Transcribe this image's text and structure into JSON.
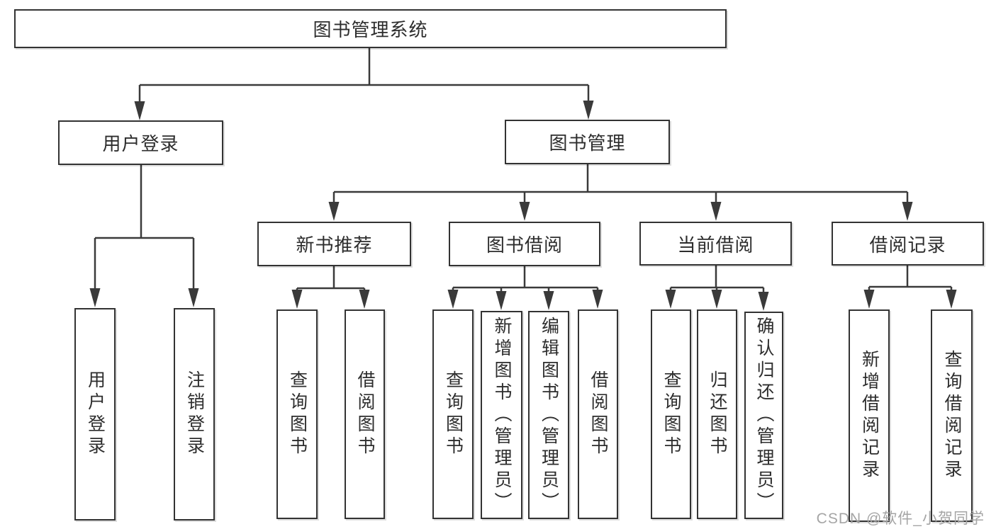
{
  "diagram_type": "hierarchy-tree",
  "nodes": {
    "root": "图书管理系统",
    "user_login": "用户登录",
    "book_mgmt": "图书管理",
    "new_book_rec": "新书推荐",
    "book_borrow": "图书借阅",
    "current_borrow": "当前借阅",
    "borrow_records": "借阅记录",
    "user_login_leaf": "用户登录",
    "logout_leaf": "注销登录",
    "rec_query_books": "查询图书",
    "rec_borrow_books": "借阅图书",
    "bb_query_books": "查询图书",
    "bb_add_books": "新增图书（管理员）",
    "bb_edit_books": "编辑图书（管理员）",
    "bb_borrow_books": "借阅图书",
    "cur_query_books": "查询图书",
    "cur_return_books": "归还图书",
    "cur_confirm_return": "确认归还（管理员）",
    "rec_add_record": "新增借阅记录",
    "rec_query_record": "查询借阅记录"
  },
  "edges": [
    [
      "root",
      "user_login"
    ],
    [
      "root",
      "book_mgmt"
    ],
    [
      "user_login",
      "user_login_leaf"
    ],
    [
      "user_login",
      "logout_leaf"
    ],
    [
      "book_mgmt",
      "new_book_rec"
    ],
    [
      "book_mgmt",
      "book_borrow"
    ],
    [
      "book_mgmt",
      "current_borrow"
    ],
    [
      "book_mgmt",
      "borrow_records"
    ],
    [
      "new_book_rec",
      "rec_query_books"
    ],
    [
      "new_book_rec",
      "rec_borrow_books"
    ],
    [
      "book_borrow",
      "bb_query_books"
    ],
    [
      "book_borrow",
      "bb_add_books"
    ],
    [
      "book_borrow",
      "bb_edit_books"
    ],
    [
      "book_borrow",
      "bb_borrow_books"
    ],
    [
      "current_borrow",
      "cur_query_books"
    ],
    [
      "current_borrow",
      "cur_return_books"
    ],
    [
      "current_borrow",
      "cur_confirm_return"
    ],
    [
      "borrow_records",
      "rec_add_record"
    ],
    [
      "borrow_records",
      "rec_query_record"
    ]
  ],
  "watermark": {
    "text": "CSDN @软件_小贺同学",
    "color": "#a5a5a5"
  },
  "colors": {
    "line": "#3a3a3a",
    "box_border": "#333333",
    "text": "#2d2d2d",
    "background": "#ffffff"
  }
}
